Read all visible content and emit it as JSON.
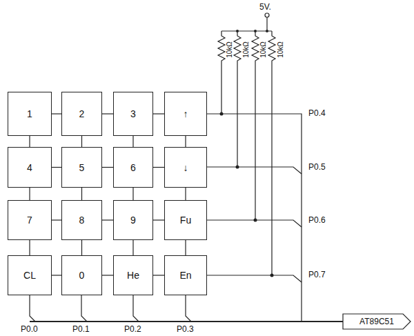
{
  "diagram": {
    "nodes": [
      {
        "text": [
          "1"
        ]
      },
      {
        "text": [
          "2"
        ]
      },
      {
        "text": [
          "3"
        ]
      },
      {
        "text": [
          "↑"
        ]
      },
      {
        "text": [
          "4"
        ]
      },
      {
        "text": [
          "5"
        ]
      },
      {
        "text": [
          "6"
        ]
      },
      {
        "text": [
          "↓"
        ]
      },
      {
        "text": [
          "7"
        ]
      },
      {
        "text": [
          "8"
        ]
      },
      {
        "text": [
          "9"
        ]
      },
      {
        "text": [
          "Fu"
        ]
      },
      {
        "text": [
          "CL"
        ]
      },
      {
        "text": [
          "0"
        ]
      },
      {
        "text": [
          "He"
        ]
      },
      {
        "text": [
          "En"
        ]
      },
      {
        "text": [
          "AT89C51"
        ]
      }
    ],
    "edges": [
      {
        "from": 0,
        "to": 1,
        "arrow": "none"
      },
      {
        "from": 1,
        "to": 2,
        "arrow": "none"
      },
      {
        "from": 2,
        "to": 3,
        "arrow": "none"
      },
      {
        "from": 4,
        "to": 5,
        "arrow": "none"
      },
      {
        "from": 5,
        "to": 6,
        "arrow": "none"
      },
      {
        "from": 6,
        "to": 7,
        "arrow": "none"
      },
      {
        "from": 8,
        "to": 9,
        "arrow": "none"
      },
      {
        "from": 9,
        "to": 10,
        "arrow": "none"
      },
      {
        "from": 10,
        "to": 11,
        "arrow": "none"
      },
      {
        "from": 12,
        "to": 13,
        "arrow": "none"
      },
      {
        "from": 13,
        "to": 14,
        "arrow": "none"
      },
      {
        "from": 14,
        "to": 15,
        "arrow": "none"
      },
      {
        "from": 0,
        "to": 4,
        "arrow": "none"
      },
      {
        "from": 4,
        "to": 8,
        "arrow": "none"
      },
      {
        "from": 8,
        "to": 12,
        "arrow": "none"
      },
      {
        "from": 1,
        "to": 5,
        "arrow": "none"
      },
      {
        "from": 5,
        "to": 9,
        "arrow": "none"
      },
      {
        "from": 9,
        "to": 13,
        "arrow": "none"
      },
      {
        "from": 2,
        "to": 6,
        "arrow": "none"
      },
      {
        "from": 6,
        "to": 10,
        "arrow": "none"
      },
      {
        "from": 10,
        "to": 14,
        "arrow": "none"
      },
      {
        "from": 3,
        "to": 7,
        "arrow": "none"
      },
      {
        "from": 7,
        "to": 11,
        "arrow": "none"
      },
      {
        "from": 11,
        "to": 15,
        "arrow": "none"
      }
    ],
    "labels": [
      "5V.",
      "10kΩ",
      "10kΩ",
      "10kΩ",
      "10kΩ",
      "P0.4",
      "P0.5",
      "P0.6",
      "P0.7",
      "P0.0",
      "P0.1",
      "P0.2",
      "P0.3"
    ]
  }
}
